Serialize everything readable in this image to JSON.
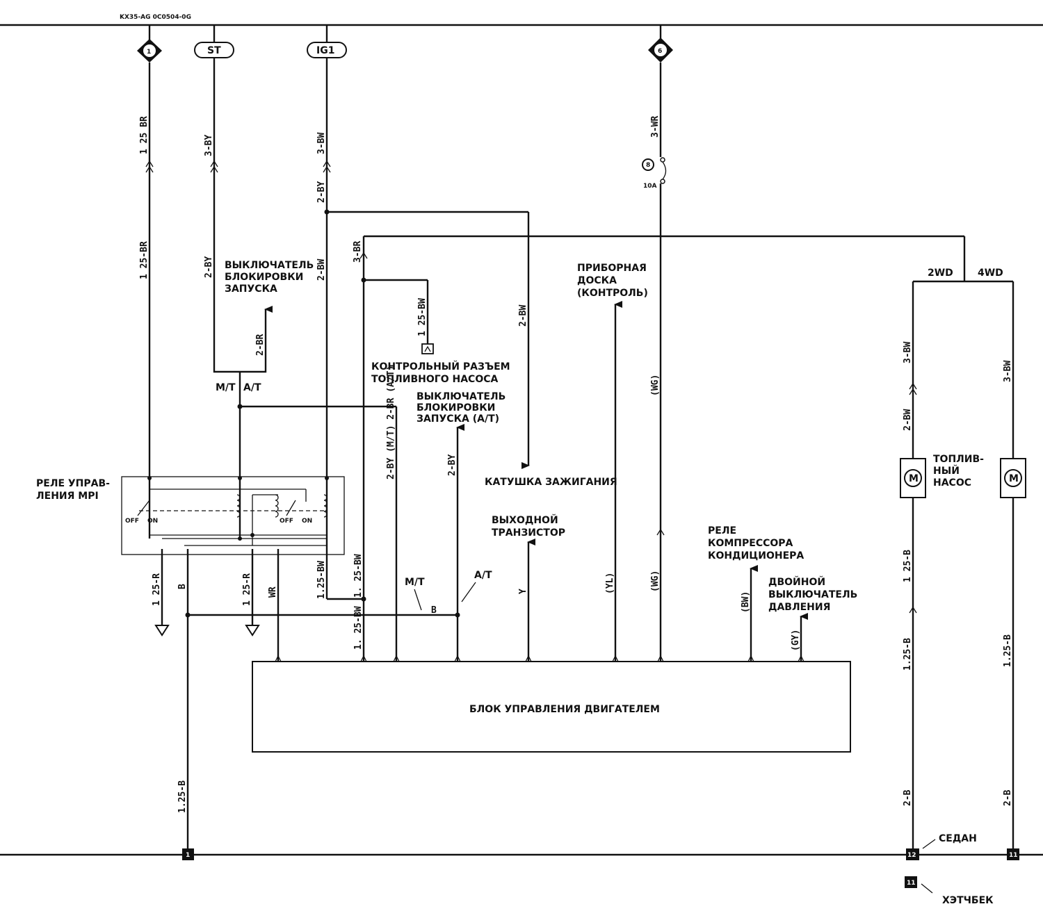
{
  "header_code": "KX35-AG 0C0504-0G",
  "connectors": {
    "c1": "1",
    "st": "ST",
    "ig1": "IG1",
    "c6": "6"
  },
  "fuse": {
    "number": "8",
    "rating": "10A"
  },
  "wires": {
    "c1_top": "1 25 BR",
    "c1_mid": "1 25-BR",
    "st_top": "3-BY",
    "st_mid": "2-BY",
    "ig_top": "3-BW",
    "ig_mid1": "2-BY",
    "ig_mid2": "2-BW",
    "br3": "3-BR",
    "pump_check": "1 25-BW",
    "ign_coil": "2-BW",
    "c6_top": "3-WR",
    "c6_wg_upper": "(WG)",
    "c6_wg_lower": "(WG)",
    "start_br": "2-BR",
    "at_mt": "2-BY (M/T) 2-BR (A/T)",
    "at_inhib": "2-BY",
    "r25_1": "1 25-R",
    "b_relay": "B",
    "r25_2": "1 25-R",
    "wr": "WR",
    "bw_relay": "1.25-BW",
    "bw_mid": "1. 25-BW",
    "bw_low": "1. 25-BW",
    "y": "Y",
    "yl": "(YL)",
    "bw_ac": "(BW)",
    "gy": "(GY)",
    "ground_left": "1.25-B",
    "r2wd_top": "3-BW",
    "r2wd_mid": "2-BW",
    "r2wd_low1": "1 25-B",
    "r2wd_low2": "1.25-B",
    "r2wd_bot": "2-B",
    "r4wd_top": "3-BW",
    "r4wd_mid": "1.25-B",
    "r4wd_bot": "2-B",
    "b_bus": "B"
  },
  "labels": {
    "start_inhibitor": [
      "ВЫКЛЮЧАТЕЛЬ",
      "БЛОКИРОВКИ",
      "ЗАПУСКА"
    ],
    "mt": "M/T",
    "at": "A/T",
    "pump_check": [
      "КОНТРОЛЬНЫЙ РАЗЪЕМ",
      "ТОПЛИВНОГО НАСОСА"
    ],
    "inhibitor_at": [
      "ВЫКЛЮЧАТЕЛЬ",
      "БЛОКИРОВКИ",
      "ЗАПУСКА (A/T)"
    ],
    "ignition_coil": "КАТУШКА ЗАЖИГАНИЯ",
    "output_transistor": [
      "ВЫХОДНОЙ",
      "ТРАНЗИСТОР"
    ],
    "instrument_panel": [
      "ПРИБОРНАЯ",
      "ДОСКА",
      "(КОНТРОЛЬ)"
    ],
    "mpi_relay": [
      "РЕЛЕ УПРАВ-",
      "ЛЕНИЯ MPI"
    ],
    "off": "OFF",
    "on": "ON",
    "ac_relay": [
      "РЕЛЕ",
      "КОМПРЕССОРА",
      "КОНДИЦИОНЕРА"
    ],
    "dual_pressure": [
      "ДВОЙНОЙ",
      "ВЫКЛЮЧАТЕЛЬ",
      "ДАВЛЕНИЯ"
    ],
    "fuel_pump": [
      "ТОПЛИВ-",
      "НЫЙ",
      "НАСОС"
    ],
    "mt_arrow": "M/T",
    "at_arrow": "A/T",
    "ecu": "БЛОК УПРАВЛЕНИЯ ДВИГАТЕЛЕМ",
    "wd2": "2WD",
    "wd4": "4WD",
    "sedan": "СЕДАН",
    "hatchback": "ХЭТЧБЕК",
    "motor": "M"
  },
  "grounds": {
    "g_left": "1",
    "g_sedan": "12",
    "g_4wd": "11",
    "g_hatch": "11"
  }
}
